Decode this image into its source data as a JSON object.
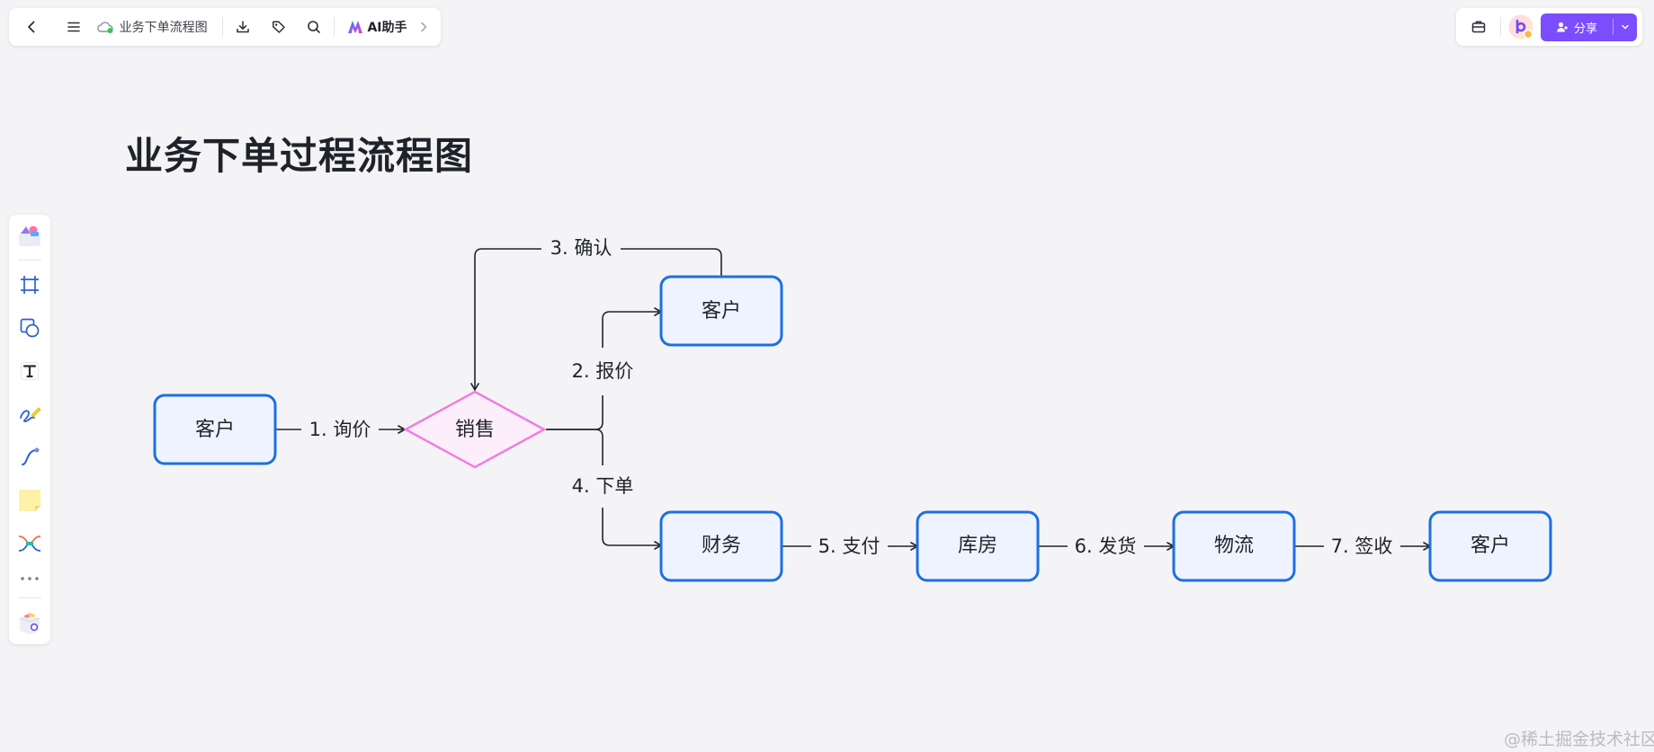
{
  "toolbar": {
    "doc_title": "业务下单流程图",
    "ai_label": "AI助手"
  },
  "share": {
    "label": "分享"
  },
  "page_title": "业务下单过程流程图",
  "diagram": {
    "nodes": {
      "customer1": "客户",
      "sales": "销售",
      "customer2": "客户",
      "finance": "财务",
      "warehouse": "库房",
      "logistics": "物流",
      "customer3": "客户"
    },
    "edges": {
      "e1": "1. 询价",
      "e2": "2. 报价",
      "e3": "3. 确认",
      "e4": "4. 下单",
      "e5": "5. 支付",
      "e6": "6. 发货",
      "e7": "7. 签收"
    }
  },
  "colors": {
    "node_fill": "#eef3ff",
    "node_stroke": "#1f6fe0",
    "diamond_fill": "#fdeefb",
    "diamond_stroke": "#f27ce4",
    "accent": "#7b4dff"
  },
  "watermark": "@稀土掘金技术社区"
}
